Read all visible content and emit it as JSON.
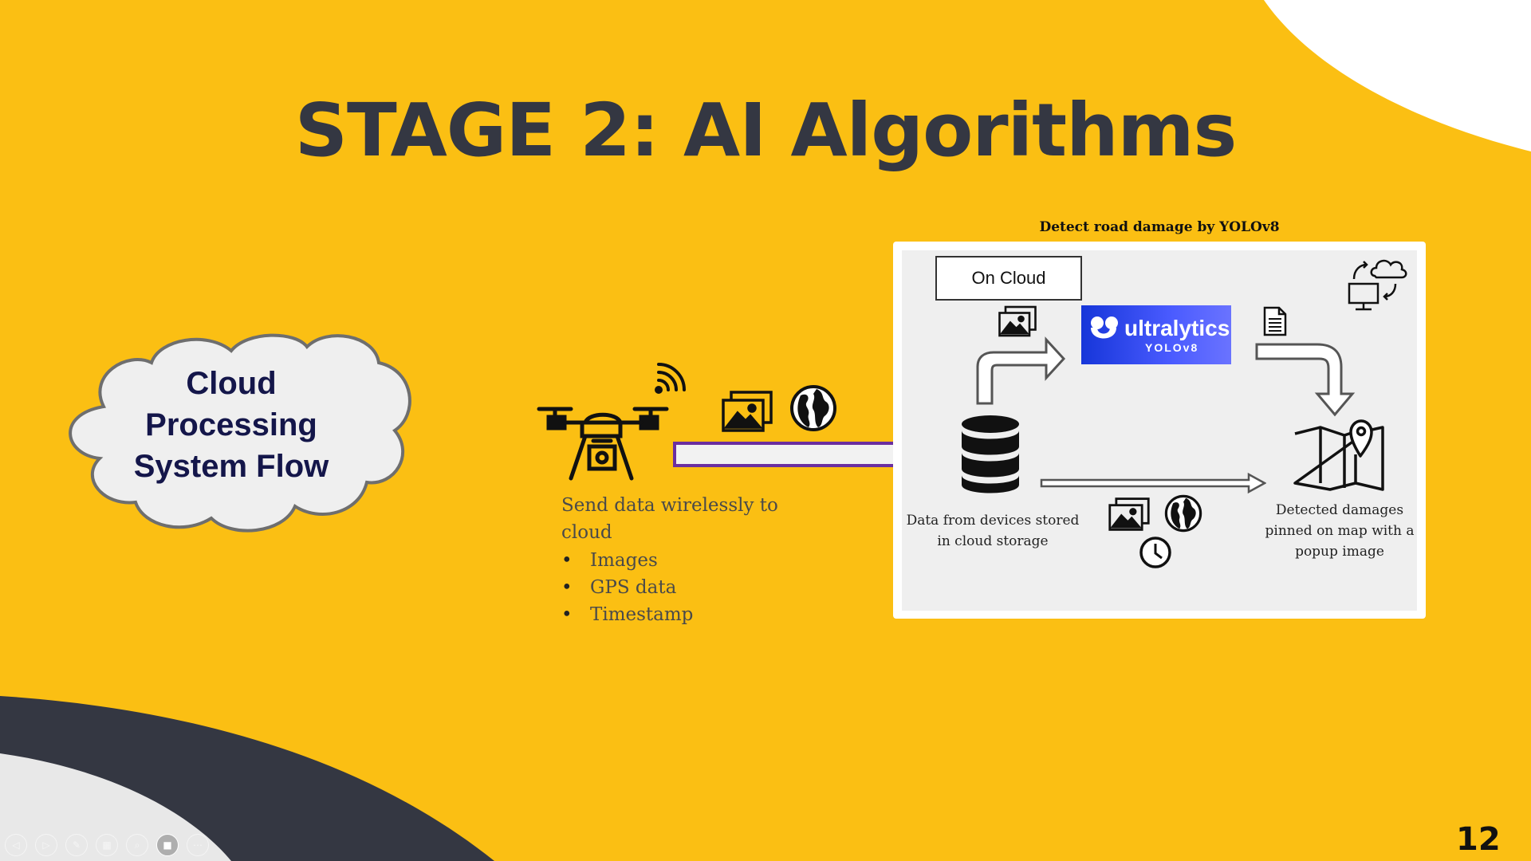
{
  "slide": {
    "title": "STAGE 2: AI Algorithms",
    "page_number": "12",
    "colors": {
      "background": "#FBBF13",
      "dark": "#343742",
      "cloud_text": "#14164A",
      "arrow_outline": "#6B2FA0",
      "ultralytics_blue": "#1636D9"
    }
  },
  "cloud_label": [
    "Cloud",
    "Processing",
    "System Flow"
  ],
  "sender": {
    "text": "Send data wirelessly to cloud",
    "bullets": [
      "Images",
      "GPS data",
      "Timestamp"
    ],
    "icons": [
      "drone-icon",
      "wifi-signal-icon",
      "images-icon",
      "globe-icon"
    ]
  },
  "panel": {
    "caption": "Detect road damage by YOLOv8",
    "on_cloud_label": "On Cloud",
    "model": {
      "brand": "ultralytics",
      "sub": "YOLOv8"
    },
    "db_caption": "Data from devices stored in cloud storage",
    "map_caption": "Detected damages pinned on map with a popup image",
    "icons": [
      "database-icon",
      "images-icon",
      "document-icon",
      "cloud-sync-icon",
      "map-pin-icon",
      "globe-icon",
      "clock-icon"
    ]
  },
  "presenter_controls": [
    {
      "icon": "prev-icon",
      "glyph": "◁"
    },
    {
      "icon": "next-icon",
      "glyph": "▷"
    },
    {
      "icon": "pen-icon",
      "glyph": "✎"
    },
    {
      "icon": "slides-icon",
      "glyph": "▦"
    },
    {
      "icon": "zoom-icon",
      "glyph": "⌕"
    },
    {
      "icon": "camera-icon",
      "glyph": "■"
    },
    {
      "icon": "more-icon",
      "glyph": "⋯"
    }
  ]
}
